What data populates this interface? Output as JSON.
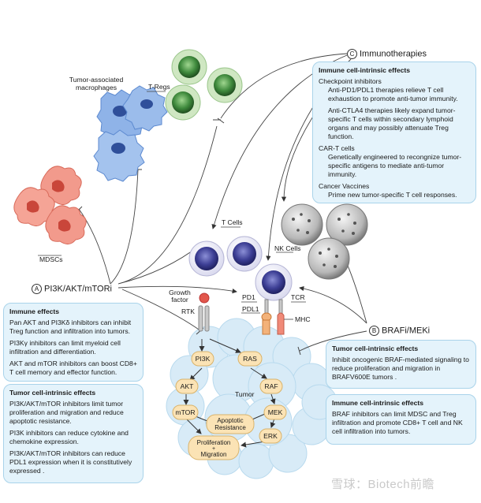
{
  "labels": {
    "tam": "Tumor-associated macrophages",
    "tam_l1": "Tumor-associated",
    "tam_l2": "macrophages",
    "tregs": "T-Regs",
    "mdscs": "MDSCs",
    "tcells": "T Cells",
    "nkcells": "NK Cells",
    "growth_factor_l1": "Growth",
    "growth_factor_l2": "factor",
    "rtk": "RTK",
    "pd1": "PD1",
    "pdl1": "PDL1",
    "tcr": "TCR",
    "mhc": "MHC",
    "tumor": "Tumor",
    "pi3k": "PI3K",
    "akt": "AKT",
    "mtor": "mTOR",
    "ras": "RAS",
    "raf": "RAF",
    "mek": "MEK",
    "erk": "ERK",
    "apoptotic_l1": "Apoptotic",
    "apoptotic_l2": "Resistance",
    "prolif_l1": "Proliferation",
    "prolif_l2": "+",
    "prolif_l3": "Migration"
  },
  "sections": {
    "immuno": {
      "letter": "C",
      "title": "Immunotherapies"
    },
    "pi3k": {
      "letter": "A",
      "title": "PI3K/AKT/mTORi"
    },
    "braf": {
      "letter": "B",
      "title": "BRAFi/MEKi"
    }
  },
  "immuno_box": {
    "heading": "Immune cell-intrinsic effects",
    "cp_title": "Checkpoint inhibitors",
    "cp_1": "Anti-PD1/PDL1 therapies relieve T cell exhaustion to promote anti-tumor immunity.",
    "cp_2": "Anti-CTLA4 therapies likely expand tumor-specific T cells within secondary lymphoid organs and may possibly attenuate Treg function.",
    "car_title": "CAR-T cells",
    "car_1": "Genetically engineered to recongnize tumor-specific antigens to mediate anti-tumor immunity.",
    "vac_title": "Cancer Vaccines",
    "vac_1": "Prime new tumor-specific T cell responses."
  },
  "pi3k_immune_box": {
    "heading": "Immune effects",
    "p1": "Pan AKT and PI3Kδ inhibitors can inhibit Treg function and infiltration into tumors.",
    "p2": "PI3Kγ inhibitors  can limit myeloid cell infiltration and differentiation.",
    "p3": "AKT and mTOR inhibitors can boost CD8+ T cell memory and effector function."
  },
  "pi3k_tumor_box": {
    "heading": "Tumor cell-intrinsic effects",
    "p1": "PI3K/AKT/mTOR inhibitors limit tumor proliferation and migration and reduce apoptotic resistance.",
    "p2": "PI3K inhibitors can reduce cytokine and chemokine expression.",
    "p3": "PI3K/AKT/mTOR inhibitors can reduce PDL1 expression when it is constitutively expressed ."
  },
  "braf_tumor_box": {
    "heading": "Tumor cell-intrinsic effects",
    "p1": "Inhibit oncogenic BRAF-mediated signaling to reduce proliferation and migration in BRAFV600E tumors ."
  },
  "braf_immune_box": {
    "heading": "Immune cell-intrinsic effects",
    "p1": "BRAF inhibitors can limit MDSC and Treg infiltration and promote CD8+ T cell  and NK cell infiltration into tumors."
  },
  "watermark": "雪球：Biotech前瞻",
  "colors": {
    "box_fill": "#e4f3fb",
    "box_border": "#a9d3ea",
    "tcell": "#3d3f95",
    "treg": "#3f8a3d",
    "macrophage": "#4f86d3",
    "mdsc": "#e3705f",
    "nk": "#8a8a8a",
    "node": "#fbe3b5",
    "tumor": "#d8ebf7"
  }
}
